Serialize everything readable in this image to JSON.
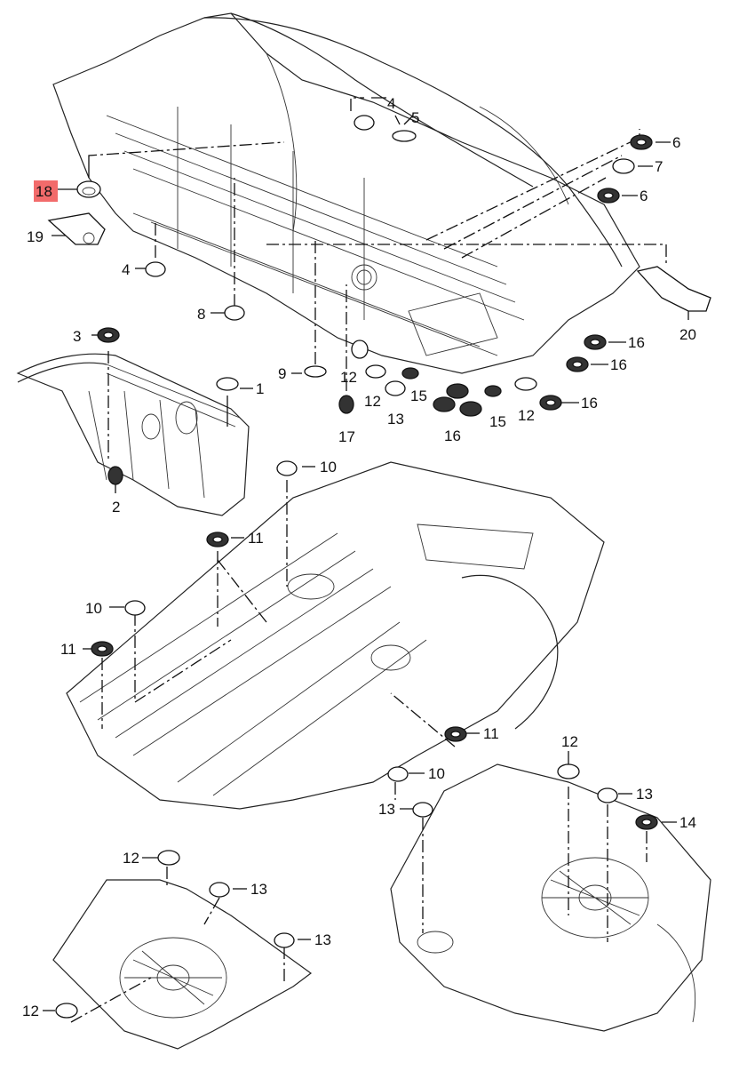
{
  "diagram": {
    "title": "Body floor plugs and grommets exploded view",
    "highlight_color": "#f26b6b",
    "highlighted_part": "18",
    "callouts": [
      {
        "id": "c1",
        "label": "1",
        "part": "plug",
        "style": "light"
      },
      {
        "id": "c2",
        "label": "2",
        "part": "grommet",
        "style": "dark"
      },
      {
        "id": "c3",
        "label": "3",
        "part": "grommet",
        "style": "dark"
      },
      {
        "id": "c4a",
        "label": "4",
        "part": "plug",
        "style": "light"
      },
      {
        "id": "c4b",
        "label": "4",
        "part": "plug",
        "style": "light"
      },
      {
        "id": "c5",
        "label": "5",
        "part": "oval plug",
        "style": "light"
      },
      {
        "id": "c6a",
        "label": "6",
        "part": "grommet",
        "style": "dark"
      },
      {
        "id": "c6b",
        "label": "6",
        "part": "grommet",
        "style": "dark"
      },
      {
        "id": "c7",
        "label": "7",
        "part": "plug",
        "style": "light"
      },
      {
        "id": "c8",
        "label": "8",
        "part": "plug",
        "style": "light"
      },
      {
        "id": "c9",
        "label": "9",
        "part": "oval plug",
        "style": "light"
      },
      {
        "id": "c10a",
        "label": "10",
        "part": "plug",
        "style": "light"
      },
      {
        "id": "c10b",
        "label": "10",
        "part": "plug",
        "style": "light"
      },
      {
        "id": "c10c",
        "label": "10",
        "part": "plug",
        "style": "light"
      },
      {
        "id": "c11a",
        "label": "11",
        "part": "grommet",
        "style": "dark"
      },
      {
        "id": "c11b",
        "label": "11",
        "part": "grommet",
        "style": "dark"
      },
      {
        "id": "c11c",
        "label": "11",
        "part": "grommet",
        "style": "dark"
      },
      {
        "id": "c12a",
        "label": "12",
        "part": "plug",
        "style": "light"
      },
      {
        "id": "c12b",
        "label": "12",
        "part": "plug",
        "style": "light"
      },
      {
        "id": "c12c",
        "label": "12",
        "part": "plug",
        "style": "light"
      },
      {
        "id": "c12d",
        "label": "12",
        "part": "plug",
        "style": "light"
      },
      {
        "id": "c12e",
        "label": "12",
        "part": "plug",
        "style": "light"
      },
      {
        "id": "c12f",
        "label": "12",
        "part": "plug",
        "style": "light"
      },
      {
        "id": "c13a",
        "label": "13",
        "part": "plug",
        "style": "light"
      },
      {
        "id": "c13b",
        "label": "13",
        "part": "plug",
        "style": "light"
      },
      {
        "id": "c13c",
        "label": "13",
        "part": "plug",
        "style": "light"
      },
      {
        "id": "c13d",
        "label": "13",
        "part": "plug",
        "style": "light"
      },
      {
        "id": "c13e",
        "label": "13",
        "part": "plug",
        "style": "light"
      },
      {
        "id": "c14",
        "label": "14",
        "part": "grommet",
        "style": "dark"
      },
      {
        "id": "c15a",
        "label": "15",
        "part": "pad",
        "style": "dark"
      },
      {
        "id": "c15b",
        "label": "15",
        "part": "pad",
        "style": "dark"
      },
      {
        "id": "c16a",
        "label": "16",
        "part": "grommet",
        "style": "dark"
      },
      {
        "id": "c16b",
        "label": "16",
        "part": "grommet",
        "style": "dark"
      },
      {
        "id": "c16c",
        "label": "16",
        "part": "grommet",
        "style": "dark"
      },
      {
        "id": "c16d",
        "label": "16",
        "part": "grommet",
        "style": "dark"
      },
      {
        "id": "c17",
        "label": "17",
        "part": "grommet",
        "style": "dark"
      },
      {
        "id": "c18",
        "label": "18",
        "part": "grommet",
        "style": "light"
      },
      {
        "id": "c19",
        "label": "19",
        "part": "bracket",
        "style": "light"
      },
      {
        "id": "c20",
        "label": "20",
        "part": "bracket",
        "style": "light"
      }
    ]
  }
}
